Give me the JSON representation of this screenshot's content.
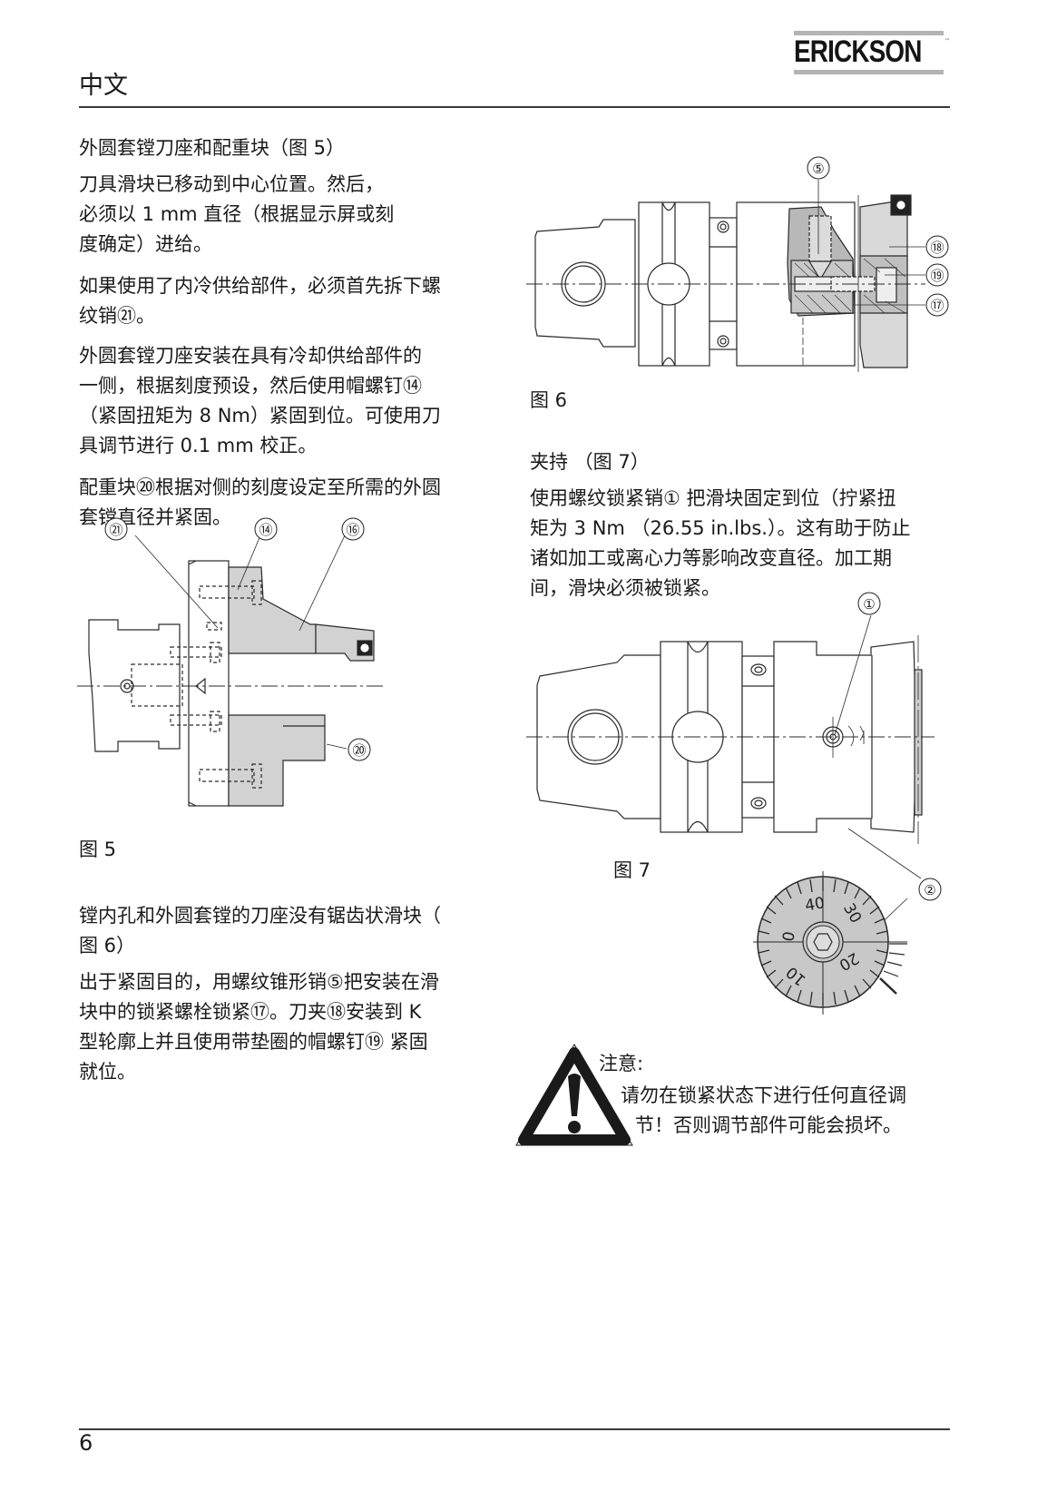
{
  "header": {
    "language": "中文",
    "brand": "ERICKSON",
    "trademark": "™"
  },
  "left_column": {
    "section1": {
      "heading": "外圆套镗刀座和配重块（图 5）",
      "paragraphs": [
        [
          "刀具滑块已移动到中心位置。然后，",
          "必须以 1 mm 直径（根据显示屏或刻",
          "度确定）进给。"
        ],
        [
          "如果使用了内冷供给部件，必须首先拆下螺",
          "纹销㉑。"
        ],
        [
          "外圆套镗刀座安装在具有冷却供给部件的",
          "一侧，根据刻度预设，然后使用帽螺钉⑭",
          "（紧固扭矩为 8 Nm）紧固到位。可使用刀",
          "具调节进行 0.1 mm 校正。"
        ],
        [
          "配重块⑳根据对侧的刻度设定至所需的外圆",
          "套镗直径并紧固。"
        ]
      ]
    },
    "figure5": {
      "caption": "图 5",
      "callouts": [
        "㉑",
        "⑭",
        "⑯",
        "⑳"
      ]
    },
    "section2": {
      "heading_lines": [
        "镗内孔和外圆套镗的刀座没有锯齿状滑块（",
        "图 6）"
      ],
      "paragraph": [
        "出于紧固目的，用螺纹锥形销⑤把安装在滑",
        "块中的锁紧螺栓锁紧⑰。刀夹⑱安装到 K",
        "型轮廓上并且使用带垫圈的帽螺钉⑲ 紧固",
        "就位。"
      ]
    }
  },
  "right_column": {
    "figure6": {
      "caption": "图 6",
      "callouts": [
        "⑤",
        "⑱",
        "⑲",
        "⑰"
      ]
    },
    "section3": {
      "heading": "夹持 （图 7）",
      "paragraph": [
        "使用螺纹锁紧销① 把滑块固定到位（拧紧扭",
        "矩为 3 Nm （26.55 in.lbs.）。这有助于防止",
        "诸如加工或离心力等影响改变直径。加工期",
        "间，滑块必须被锁紧。"
      ]
    },
    "figure7": {
      "caption": "图 7",
      "callouts": [
        "①",
        "②"
      ],
      "dial_labels": [
        "0",
        "10",
        "20",
        "30",
        "40"
      ]
    },
    "warning": {
      "title": "注意:",
      "lines": [
        "请勿在锁紧状态下进行任何直径调",
        "节！否则调节部件可能会损坏。"
      ]
    }
  },
  "footer": {
    "page_number": "6"
  }
}
